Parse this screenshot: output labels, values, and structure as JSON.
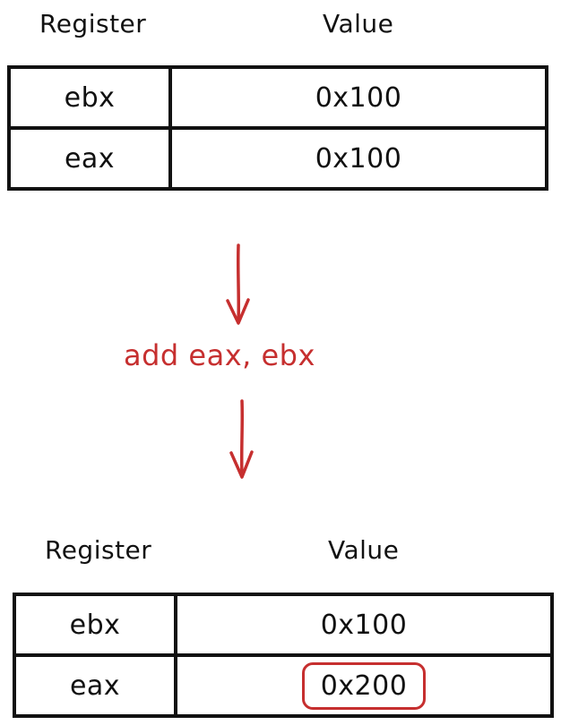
{
  "before": {
    "header_register": "Register",
    "header_value": "Value",
    "rows": [
      {
        "register": "ebx",
        "value": "0x100"
      },
      {
        "register": "eax",
        "value": "0x100"
      }
    ]
  },
  "instruction": "add eax, ebx",
  "after": {
    "header_register": "Register",
    "header_value": "Value",
    "rows": [
      {
        "register": "ebx",
        "value": "0x100"
      },
      {
        "register": "eax",
        "value": "0x200"
      }
    ],
    "highlighted_row": 1
  },
  "colors": {
    "ink": "#111111",
    "accent": "#c62f2f"
  },
  "icons": [
    "arrow-down-icon",
    "arrow-down-icon"
  ]
}
